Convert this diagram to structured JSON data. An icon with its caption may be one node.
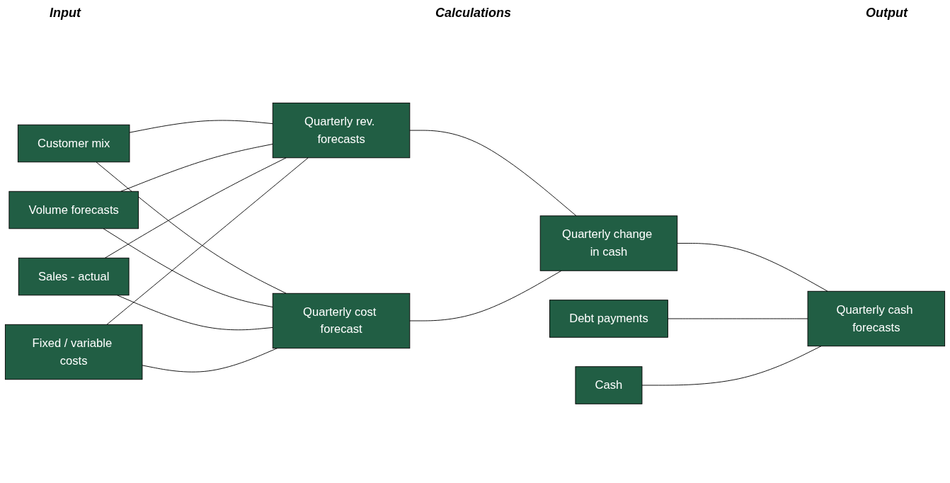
{
  "diagram": {
    "nodes": [
      {
        "text": [
          "Customer mix"
        ]
      },
      {
        "text": [
          "Volume forecasts"
        ]
      },
      {
        "text": [
          "Sales - actual"
        ]
      },
      {
        "text": [
          "Fixed / variable costs"
        ]
      },
      {
        "text": [
          "Debt payments"
        ]
      },
      {
        "text": [
          "Cash"
        ]
      },
      {
        "text": [
          "Quarterly rev. forecasts"
        ]
      },
      {
        "text": [
          "Quarterly cost forecast"
        ]
      },
      {
        "text": [
          "Quarterly change in cash"
        ]
      },
      {
        "text": [
          "Quarterly cash forecasts"
        ]
      }
    ],
    "edges": [
      {
        "from": 0,
        "to": 6,
        "arrow": "none"
      },
      {
        "from": 1,
        "to": 6,
        "arrow": "none"
      },
      {
        "from": 2,
        "to": 6,
        "arrow": "none"
      },
      {
        "from": 3,
        "to": 6,
        "arrow": "none"
      },
      {
        "from": 0,
        "to": 7,
        "arrow": "none"
      },
      {
        "from": 1,
        "to": 7,
        "arrow": "none"
      },
      {
        "from": 2,
        "to": 7,
        "arrow": "none"
      },
      {
        "from": 3,
        "to": 7,
        "arrow": "none"
      },
      {
        "from": 6,
        "to": 8,
        "arrow": "none"
      },
      {
        "from": 7,
        "to": 8,
        "arrow": "none"
      },
      {
        "from": 8,
        "to": 9,
        "arrow": "none"
      },
      {
        "from": 4,
        "to": 9,
        "arrow": "none"
      },
      {
        "from": 5,
        "to": 9,
        "arrow": "none"
      }
    ],
    "labels": [
      "Input",
      "Calculations",
      "Output"
    ]
  }
}
